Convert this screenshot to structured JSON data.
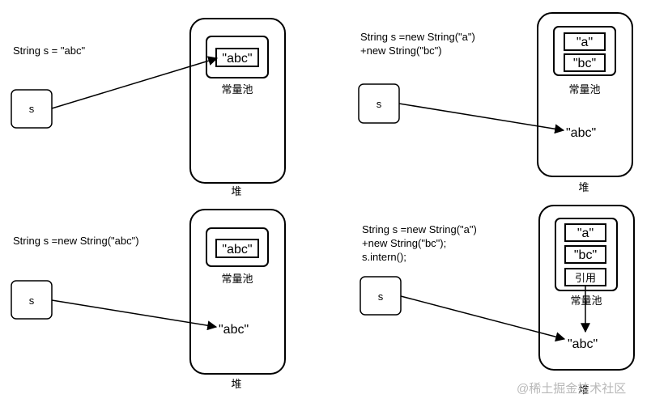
{
  "panels": {
    "tl": {
      "code": [
        "String s = \"abc\""
      ],
      "var": "s",
      "pool_items": [
        "\"abc\""
      ],
      "pool_label": "常量池",
      "heap_obj": "",
      "heap_label": "堆"
    },
    "tr": {
      "code": [
        "String s =new String(\"a\")",
        "+new String(\"bc\")"
      ],
      "var": "s",
      "pool_items": [
        "\"a\"",
        "\"bc\""
      ],
      "pool_label": "常量池",
      "heap_obj": "\"abc\"",
      "heap_label": "堆"
    },
    "bl": {
      "code": [
        "String s =new String(\"abc\")"
      ],
      "var": "s",
      "pool_items": [
        "\"abc\""
      ],
      "pool_label": "常量池",
      "heap_obj": "\"abc\"",
      "heap_label": "堆"
    },
    "br": {
      "code": [
        "String s =new String(\"a\")",
        "+new String(\"bc\");",
        "s.intern();"
      ],
      "var": "s",
      "pool_items": [
        "\"a\"",
        "\"bc\"",
        "引用"
      ],
      "pool_label": "常量池",
      "heap_obj": "\"abc\"",
      "heap_label": "堆"
    }
  },
  "watermark": "@稀土掘金技术社区"
}
